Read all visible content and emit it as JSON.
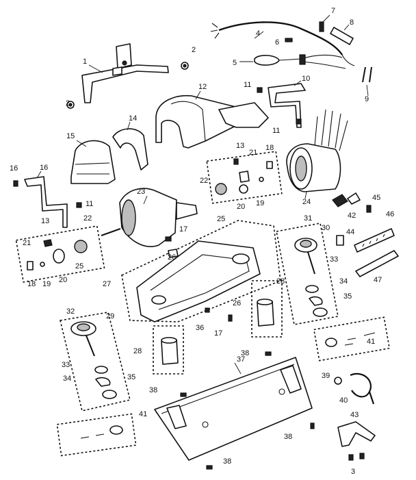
{
  "callouts": {
    "n1": "1",
    "n2a": "2",
    "n2b": "2",
    "n3": "3",
    "n4": "4",
    "n5": "5",
    "n6": "6",
    "n7": "7",
    "n8": "8",
    "n9": "9",
    "n10": "10",
    "n11a": "11",
    "n11b": "11",
    "n11c": "11",
    "n12": "12",
    "n13a": "13",
    "n13b": "13",
    "n14": "14",
    "n15": "15",
    "n16a": "16",
    "n16b": "16",
    "n17a": "17",
    "n17b": "17",
    "n18a": "18",
    "n18b": "18",
    "n19a": "19",
    "n19b": "19",
    "n20a": "20",
    "n20b": "20",
    "n21a": "21",
    "n21b": "21",
    "n22a": "22",
    "n22b": "22",
    "n23": "23",
    "n24": "24",
    "n25a": "25",
    "n25b": "25",
    "n26a": "26",
    "n26b": "26",
    "n27": "27",
    "n28a": "28",
    "n28b": "28",
    "n29": "29",
    "n30": "30",
    "n31": "31",
    "n32": "32",
    "n33a": "33",
    "n33b": "33",
    "n34a": "34",
    "n34b": "34",
    "n35a": "35",
    "n35b": "35",
    "n36": "36",
    "n37": "37",
    "n38a": "38",
    "n38b": "38",
    "n38c": "38",
    "n38d": "38",
    "n39": "39",
    "n40": "40",
    "n41a": "41",
    "n41b": "41",
    "n42": "42",
    "n43": "43",
    "n44": "44",
    "n45": "45",
    "n46": "46",
    "n47": "47"
  }
}
